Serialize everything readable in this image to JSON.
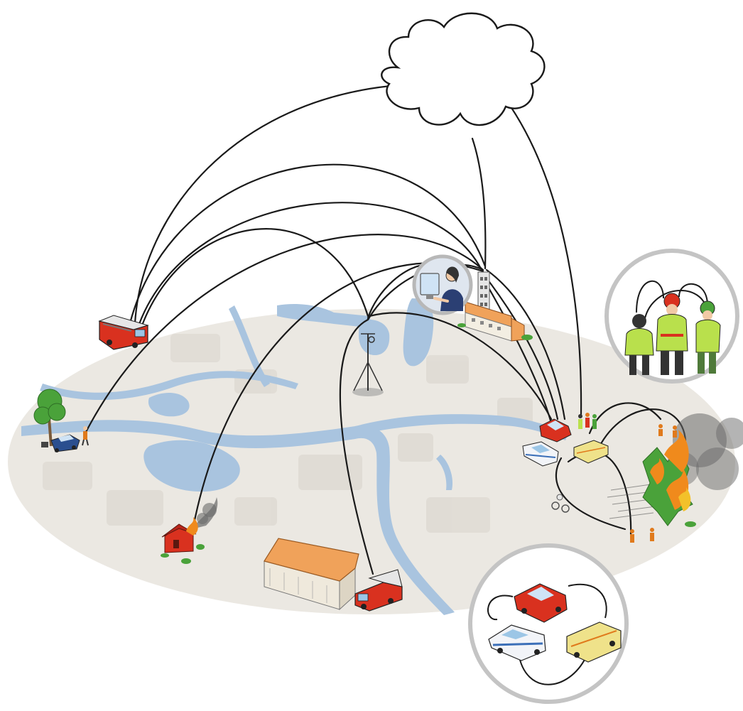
{
  "diagram": {
    "colors": {
      "map_land": "#ebe8e2",
      "map_block": "#dedad3",
      "water": "#a9c4df",
      "link_line": "#1a1a1a",
      "cloud_fill": "#ffffff",
      "callout_ring": "#c4c4c4",
      "fire_truck": "#d9311f",
      "flames": "#f08a1c",
      "smoke": "#6a6a6a",
      "vegetation": "#4aa23a",
      "roof": "#f0a25a",
      "ambulance": "#efe28a",
      "police_car": "#f2f4f8",
      "vest": "#b9e04c"
    },
    "nodes": [
      {
        "id": "cloud",
        "icon": "cloud-icon"
      },
      {
        "id": "dispatcher",
        "icon": "dispatcher-operator-icon"
      },
      {
        "id": "control_center",
        "icon": "control-center-building-icon"
      },
      {
        "id": "radio_tower",
        "icon": "antenna-tower-icon"
      },
      {
        "id": "fire_truck_northwest",
        "icon": "fire-truck-icon"
      },
      {
        "id": "car_accident",
        "icon": "car-accident-icon"
      },
      {
        "id": "house_fire",
        "icon": "burning-house-icon"
      },
      {
        "id": "warehouse",
        "icon": "warehouse-building-icon"
      },
      {
        "id": "fire_truck_south",
        "icon": "fire-truck-icon"
      },
      {
        "id": "incident_vehicles",
        "icon": "emergency-vehicles-icon"
      },
      {
        "id": "responder_team",
        "icon": "firefighter-team-icon"
      },
      {
        "id": "forest_fire",
        "icon": "forest-fire-icon"
      },
      {
        "id": "firefighters_on_site",
        "icon": "firefighter-icon"
      },
      {
        "id": "callout_team",
        "icon": "responders-callout-icon"
      },
      {
        "id": "callout_vehicles",
        "icon": "vehicles-callout-icon"
      }
    ]
  }
}
